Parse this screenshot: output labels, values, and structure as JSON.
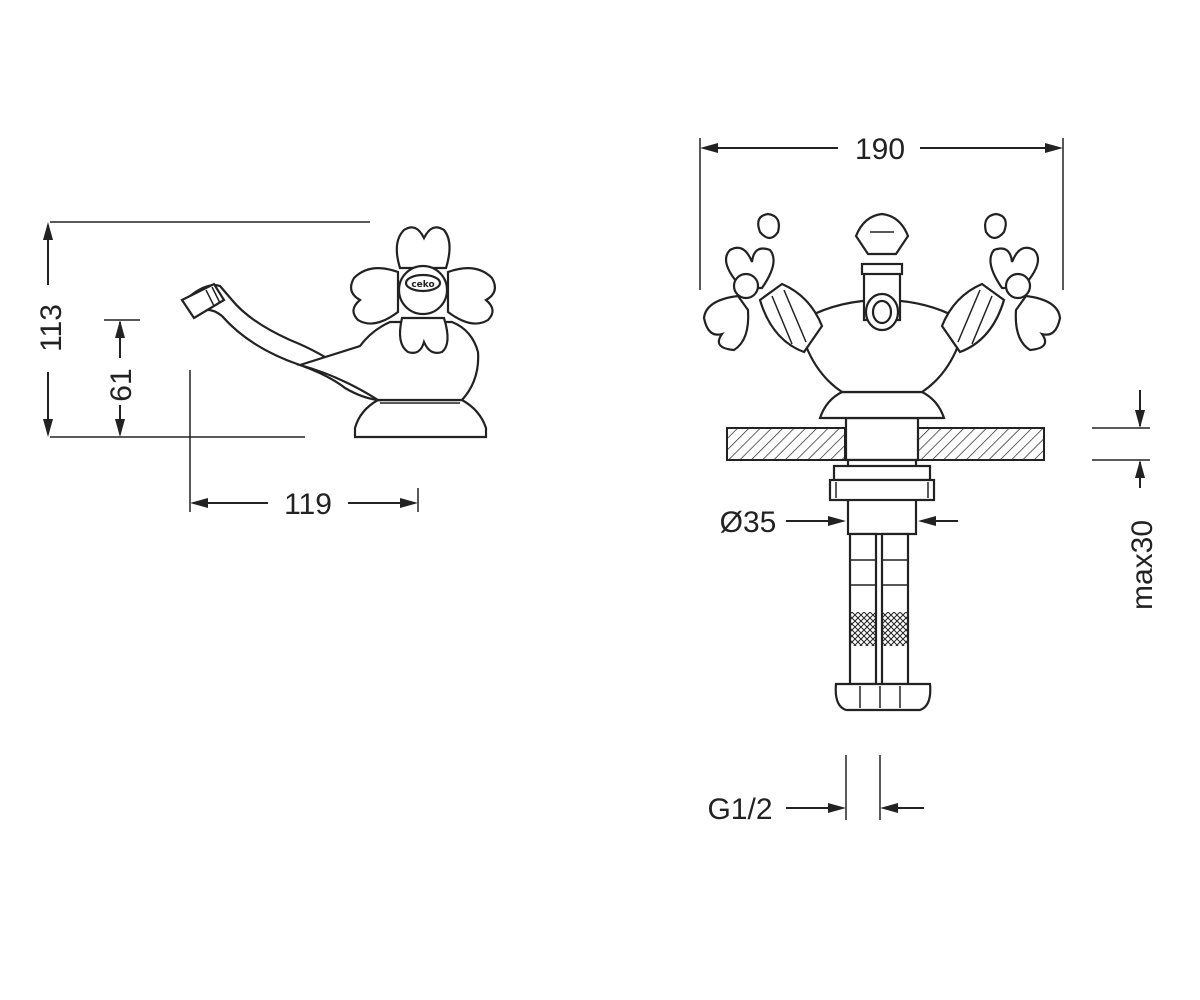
{
  "side_view": {
    "dim_height_total": "113",
    "dim_height_spout": "61",
    "dim_reach": "119",
    "handle_badge": "ceko"
  },
  "front_view": {
    "dim_width": "190",
    "dim_diameter": "Ø35",
    "dim_max_thickness": "max30",
    "dim_thread": "G1/2"
  },
  "colors": {
    "line": "#222222",
    "background": "#ffffff"
  }
}
